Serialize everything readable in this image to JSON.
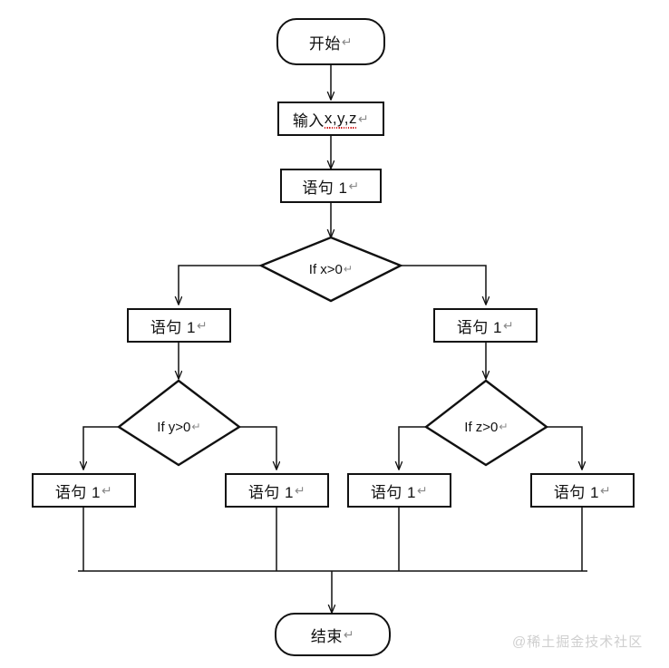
{
  "diagram": {
    "title": "flowchart",
    "background_color": "#ffffff",
    "line_color": "#111111",
    "watermark": "@稀土掘金技术社区",
    "watermark_color": "#cfcfcf",
    "pilcrow": "↵",
    "nodes": {
      "start": {
        "label": "开始",
        "shape": "terminal"
      },
      "input": {
        "label_cjk": "输入 ",
        "label_vars": "x,y,z",
        "shape": "io"
      },
      "stmt_top": {
        "label": "语句 1",
        "shape": "process"
      },
      "decision_x": {
        "label": "If x>0",
        "shape": "decision"
      },
      "stmt_left": {
        "label": "语句 1",
        "shape": "process"
      },
      "stmt_right": {
        "label": "语句 1",
        "shape": "process"
      },
      "decision_y": {
        "label": "If y>0",
        "shape": "decision"
      },
      "decision_z": {
        "label": "If z>0",
        "shape": "decision"
      },
      "stmt_b1": {
        "label": "语句 1",
        "shape": "process"
      },
      "stmt_b2": {
        "label": "语句 1",
        "shape": "process"
      },
      "stmt_b3": {
        "label": "语句 1",
        "shape": "process"
      },
      "stmt_b4": {
        "label": "语句 1",
        "shape": "process"
      },
      "end": {
        "label": "结束",
        "shape": "terminal"
      }
    }
  }
}
